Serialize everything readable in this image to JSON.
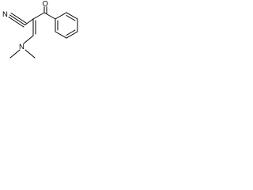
{
  "structure": {
    "atom_labels": {
      "nitrile_n": "N",
      "carbonyl_o": "O",
      "amine_n": "N"
    }
  },
  "colors": {
    "background": "#ffffff",
    "ink": "#000000"
  }
}
